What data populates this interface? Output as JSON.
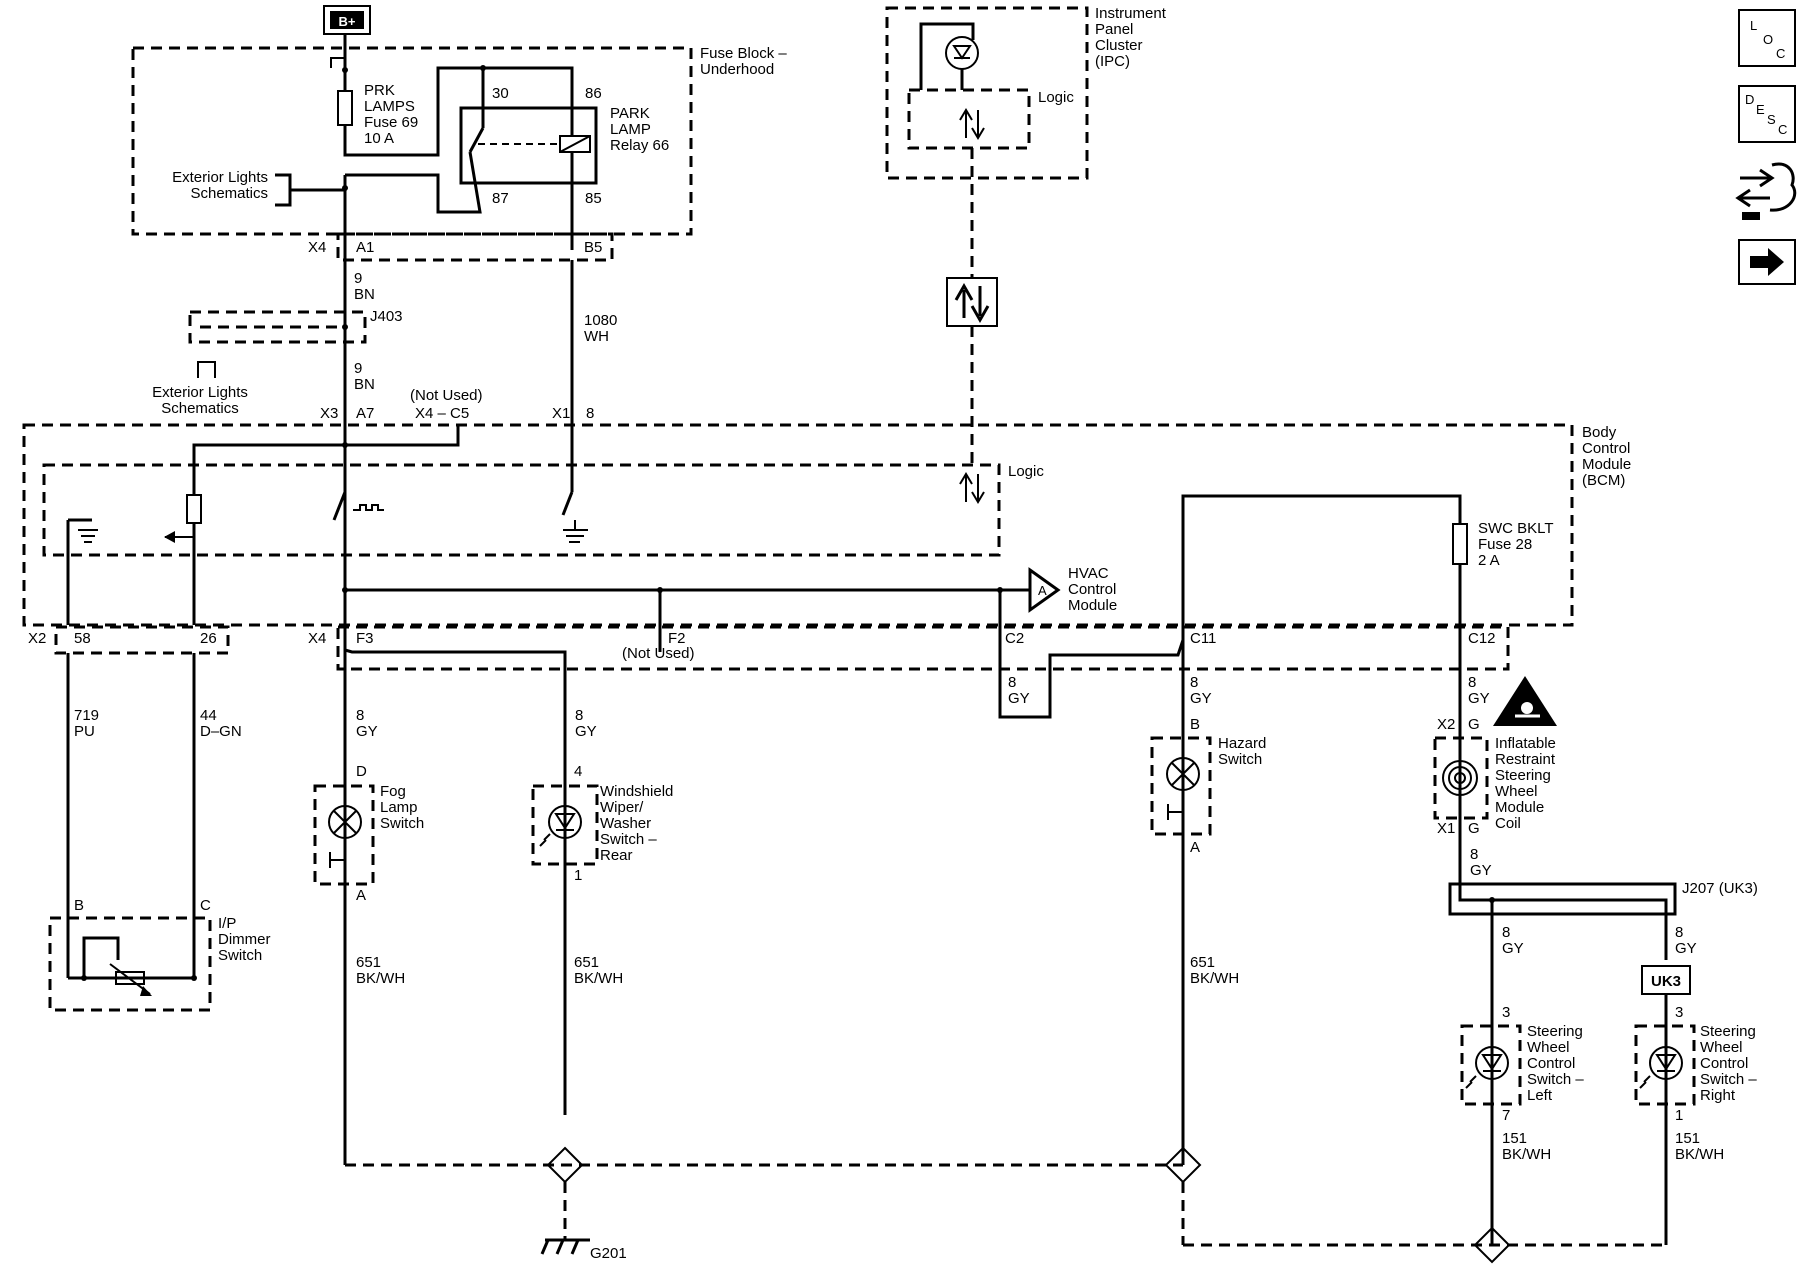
{
  "power": {
    "supply": "B+"
  },
  "fuse_block": {
    "title": [
      "Fuse Block –",
      "Underhood"
    ],
    "fuse": [
      "PRK",
      "LAMPS",
      "Fuse 69",
      "10 A"
    ],
    "relay": [
      "PARK",
      "LAMP",
      "Relay 66"
    ],
    "relay_pins": [
      "30",
      "86",
      "87",
      "85"
    ],
    "ref": [
      "Exterior Lights",
      "Schematics"
    ],
    "conn": [
      "X4",
      "A1",
      "B5"
    ]
  },
  "ipc": {
    "title": [
      "Instrument",
      "Panel",
      "Cluster",
      "(IPC)"
    ],
    "logic": "Logic"
  },
  "splice": {
    "id": "J403",
    "ref": [
      "Exterior Lights",
      "Schematics"
    ]
  },
  "wires": {
    "w9": [
      "9",
      "BN"
    ],
    "w1080": [
      "1080",
      "WH"
    ],
    "w719": [
      "719",
      "PU"
    ],
    "w44": [
      "44",
      "D–GN"
    ],
    "w8": [
      "8",
      "GY"
    ],
    "w651": [
      "651",
      "BK/WH"
    ],
    "w151": [
      "151",
      "BK/WH"
    ]
  },
  "bcm": {
    "title": [
      "Body",
      "Control",
      "Module",
      "(BCM)"
    ],
    "logic": "Logic",
    "not_used": "(Not Used)",
    "top_pins": [
      "X3",
      "A7",
      "X4 – C5",
      "X1",
      "8"
    ],
    "hvac": [
      "HVAC",
      "Control",
      "Module"
    ],
    "hvac_letter": "A",
    "swc_fuse": [
      "SWC BKLT",
      "Fuse 28",
      "2 A"
    ],
    "bottom_pins": [
      "X2",
      "58",
      "26",
      "X4",
      "F3",
      "F2",
      "(Not Used)",
      "C2",
      "C11",
      "C12"
    ]
  },
  "components": {
    "fog": {
      "name": [
        "Fog",
        "Lamp",
        "Switch"
      ],
      "pins": [
        "D",
        "A"
      ]
    },
    "wiper": {
      "name": [
        "Windshield",
        "Wiper/",
        "Washer",
        "Switch –",
        "Rear"
      ],
      "pins": [
        "4",
        "1"
      ]
    },
    "hazard": {
      "name": [
        "Hazard",
        "Switch"
      ],
      "pins": [
        "B",
        "A"
      ]
    },
    "coil": {
      "name": [
        "Inflatable",
        "Restraint",
        "Steering",
        "Wheel",
        "Module",
        "Coil"
      ],
      "pins": [
        "X2",
        "G",
        "X1",
        "G"
      ]
    },
    "dimmer": {
      "name": [
        "I/P",
        "Dimmer",
        "Switch"
      ],
      "pins": [
        "B",
        "C"
      ]
    },
    "swc_left": {
      "name": [
        "Steering",
        "Wheel",
        "Control",
        "Switch –",
        "Left"
      ],
      "pins": [
        "3",
        "7"
      ]
    },
    "swc_right": {
      "name": [
        "Steering",
        "Wheel",
        "Control",
        "Switch –",
        "Right"
      ],
      "pins": [
        "3",
        "1"
      ]
    }
  },
  "j207": "J207 (UK3)",
  "uk3": "UK3",
  "ground": "G201",
  "side_icons": [
    "loc-icon",
    "desc-icon",
    "connector-icon",
    "next-arrow-icon"
  ],
  "side_icon_text": {
    "loc": [
      "L",
      "O",
      "C"
    ],
    "desc": [
      "D",
      "E",
      "S",
      "C"
    ]
  }
}
